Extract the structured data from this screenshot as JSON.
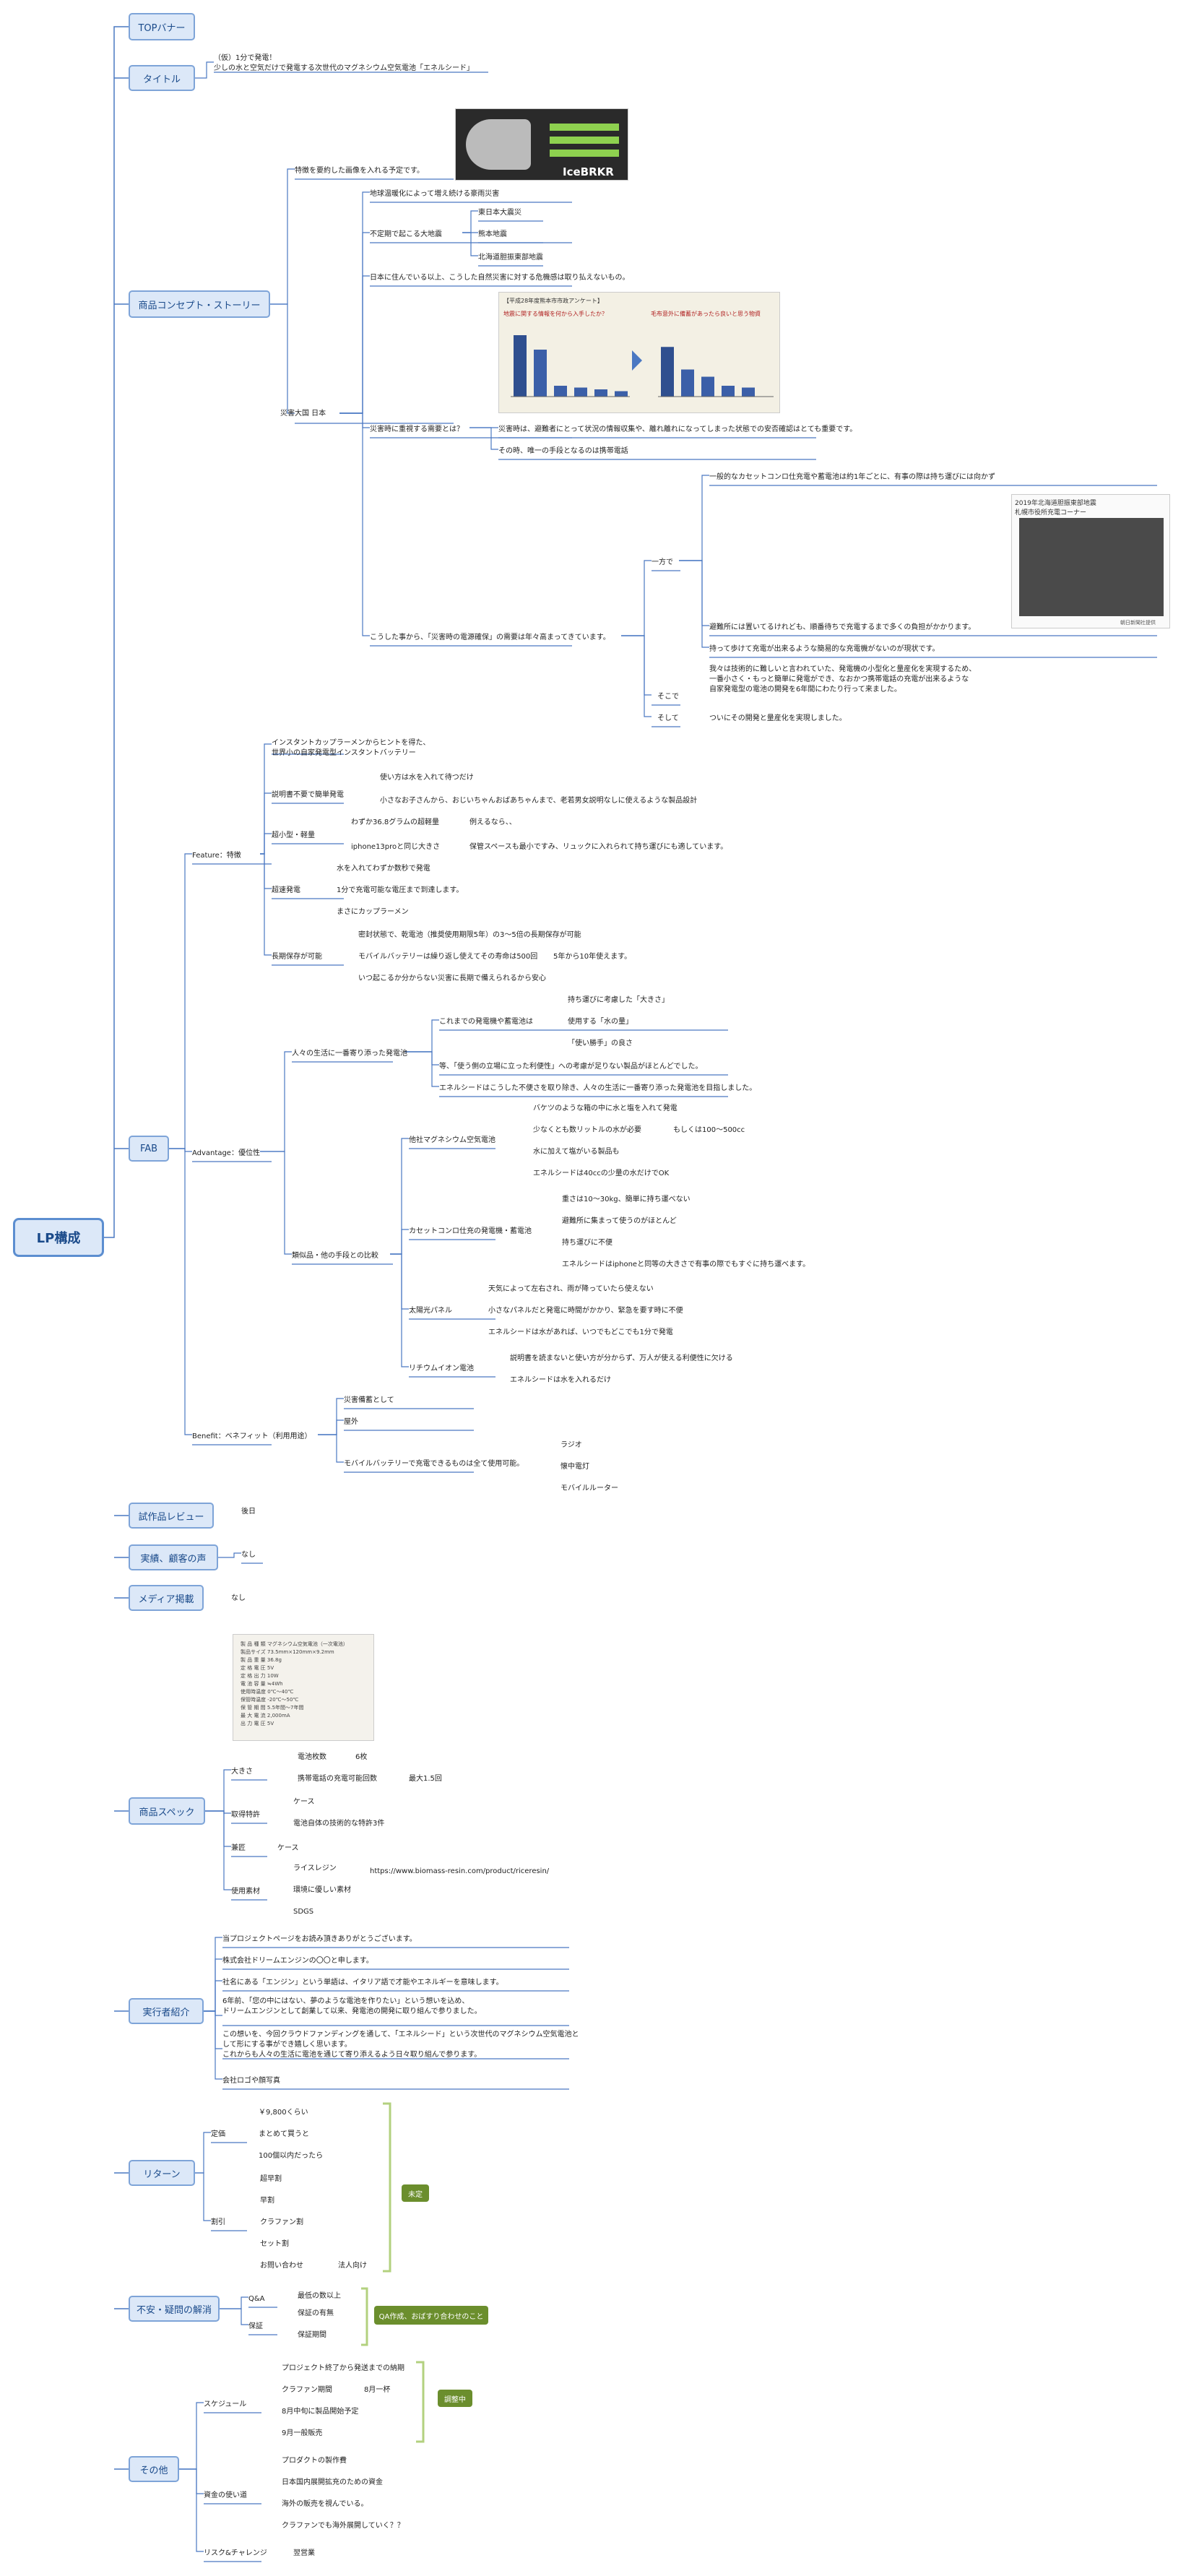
{
  "root": "LP構成",
  "sections": {
    "top_banner": "TOPバナー",
    "title": "タイトル",
    "concept": "商品コンセプト・ストーリー",
    "fab": "FAB",
    "review": "試作品レビュー",
    "results": "実績、顧客の声",
    "media": "メディア掲載",
    "spec": "商品スペック",
    "executor": "実行者紹介",
    "returns": "リターン",
    "anxiety": "不安・疑問の解消",
    "others": "その他"
  },
  "title_text": "（仮）1分で発電！\n少しの水と空気だけで発電する次世代のマグネシウム空気電池「エネルシード」",
  "concept": {
    "feature_img_note": "特徴を要約した画像を入れる予定です。",
    "brand_text": "IceBRKR 2.0",
    "disaster_japan": "災害大国 日本",
    "climate": "地球温暖化によって増え続ける豪雨災害",
    "earthquake": "不定期で起こる大地震",
    "eq_items": [
      "東日本大震災",
      "熊本地震",
      "北海道胆振東部地震"
    ],
    "living": "日本に住んでいる以上、こうした自然災害に対する危機感は取り払えないもの。",
    "survey_title": "【平成28年度熊本市市政アンケート】",
    "survey_q1": "地震に関する情報を何から入手したか？",
    "survey_q2": "毛布意外に備蓄があったら良いと思う物資",
    "survey_bars1": [
      68,
      52,
      12,
      10,
      8,
      6
    ],
    "survey_bars2": [
      55,
      30,
      22,
      12,
      10
    ],
    "disaster_need": "災害時に重視する需要とは？",
    "need_1": "災害時は、避難者にとって状況の情報収集や、離れ離れになってしまった状態での安否確認はとても重要です。",
    "need_2": "その時、唯一の手段となるのは携帯電話",
    "demand": "こうした事から、「災害時の電源確保」の需要は年々高まってきています。",
    "on_the_other": "一方で",
    "battery_life": "一般的なカセットコンロ仕充電や蓄電池は約1年ごとに、有事の際は持ち運びには向かず",
    "photo_caption": "2019年北海道胆振東部地震\n札幌市役所充電コーナー",
    "photo_credit": "朝日新聞社提供",
    "shelters": "避難所には置いてるけれども、順番待ちで充電するまで多くの負担がかかります。",
    "carry": "持って歩けて充電が出来るような簡易的な充電機がないのが現状です。",
    "so": "そこで",
    "so_text": "我々は技術的に難しいと言われていた、発電機の小型化と量産化を実現するため、\n一番小さく・もっと簡単に発電ができ、なおかつ携帯電話の充電が出来るような\n自家発電型の電池の開発を6年間にわたり行って来ました。",
    "and": "そして",
    "finally": "ついにその開発と量産化を実現しました。"
  },
  "fab": {
    "feature": "Feature：特徴",
    "instant": "インスタントカップラーメンからヒントを得た、\n世界小の自家発電型インスタントバッテリー",
    "no_manual": "説明書不要で簡単発電",
    "no_manual_1": "使い方は水を入れて待つだけ",
    "no_manual_2": "小さなお子さんから、おじいちゃんおばあちゃんまで、老若男女説明なしに使えるような製品設計",
    "compact": "超小型・軽量",
    "compact_1": "わずか36.8グラムの超軽量",
    "compact_1b": "例えるなら、、",
    "compact_2": "iphone13proと同じ大きさ",
    "compact_2b": "保管スペースも最小ですみ、リュックに入れられて持ち運びにも適しています。",
    "super_fast": "超速発電",
    "fast_1": "水を入れてわずか数秒で発電",
    "fast_2": "1分で充電可能な電圧まで到達します。",
    "fast_3": "まさにカップラーメン",
    "long_store": "長期保存が可能",
    "store_1": "密封状態で、乾電池（推奨使用期限5年）の3〜5倍の長期保存が可能",
    "store_2": "モバイルバッテリーは繰り返し使えてその寿命は500回",
    "store_2b": "5年から10年使えます。",
    "store_3": "いつ起こるか分からない災害に長期で備えられるから安心",
    "advantage": "Advantage：優位性",
    "closest": "人々の生活に一番寄り添った発電池",
    "closest_1": "これまでの発電機や蓄電池は",
    "closest_1_items": [
      "持ち運びに考慮した「大きさ」",
      "使用する「水の量」",
      "「使い勝手」の良さ"
    ],
    "closest_2": "等、「使う側の立場に立った利便性」への考慮が足りない製品がほとんどでした。",
    "closest_3": "エネルシードはこうした不便さを取り除き、人々の生活に一番寄り添った発電池を目指しました。",
    "compare": "類似品・他の手段との比較",
    "mg": "他社マグネシウム空気電池",
    "mg_1": "バケツのような箱の中に水と塩を入れて発電",
    "mg_2": "少なくとも数リットルの水が必要",
    "mg_2b": "もしくは100〜500cc",
    "mg_3": "水に加えて塩がいる製品も",
    "mg_4": "エネルシードは40ccの少量の水だけでOK",
    "cassette": "カセットコンロ仕充の発電機・蓄電池",
    "cassette_1": "重さは10〜30kg、簡単に持ち運べない",
    "cassette_2": "避難所に集まって使うのがほとんど",
    "cassette_3": "持ち運びに不便",
    "cassette_4": "エネルシードはiphoneと同等の大きさで有事の際でもすぐに持ち運べます。",
    "solar": "太陽光パネル",
    "solar_1": "天気によって左右され、雨が降っていたら使えない",
    "solar_2": "小さなパネルだと発電に時間がかかり、緊急を要す時に不便",
    "solar_3": "エネルシードは水があれば、いつでもどこでも1分で発電",
    "lithium": "リチウムイオン電池",
    "lithium_1": "説明書を読まないと使い方が分からず、万人が使える利便性に欠ける",
    "lithium_2": "エネルシードは水を入れるだけ",
    "benefit": "Benefit：ベネフィット（利用用途）",
    "benefit_1": "災害備蓄として",
    "benefit_2": "屋外",
    "benefit_3": "モバイルバッテリーで充電できるものは全て使用可能。",
    "benefit_3_items": [
      "ラジオ",
      "懐中電灯",
      "モバイルルーター"
    ]
  },
  "review_text": "後日",
  "results_text": "なし",
  "media_text": "なし",
  "spec": {
    "spec_table": [
      [
        "製 品 種 類",
        "マグネシウム空気電池（一次電池）"
      ],
      [
        "製品サイズ",
        "73.5mm×120mm×9.2mm"
      ],
      [
        "製 品 重 量",
        "36.8g"
      ],
      [
        "定 格 電 圧",
        "5V"
      ],
      [
        "定 格 出 力",
        "10W"
      ],
      [
        "電 池 容 量",
        "≒4Wh"
      ],
      [
        "使用時温度",
        "0℃〜40℃"
      ],
      [
        "保管時温度",
        "-20℃〜50℃"
      ],
      [
        "保 管 期 間",
        "5.5年間〜7年間"
      ],
      [
        "最 大 電 流",
        "2,000mA"
      ],
      [
        "出 力 電 圧",
        "5V"
      ]
    ],
    "size": "大きさ",
    "battery_count": "電池枚数",
    "battery_count_v": "6枚",
    "phone_charge": "携帯電話の充電可能回数",
    "phone_charge_v": "最大1.5回",
    "patent": "取得特許",
    "patent_1": "ケース",
    "patent_2": "電池自体の技術的な特許3件",
    "color": "兼匠",
    "color_v": "ケース",
    "material": "使用素材",
    "material_1": "ライスレジン",
    "material_1_url": "https://www.biomass-resin.com/product/riceresin/",
    "material_2": "環境に優しい素材",
    "material_3": "SDGS"
  },
  "executor": {
    "e1": "当プロジェクトページをお読み頂きありがとうございます。",
    "e2": "株式会社ドリームエンジンの〇〇と申します。",
    "e3": "社名にある「エンジン」という単語は、イタリア語で才能やエネルギーを意味します。",
    "e4": "6年前、「您の中にはない、夢のような電池を作りたい」という想いを込め、\nドリームエンジンとして創業して以来、発電池の開発に取り組んで参りました。",
    "e5": "この想いを、今回クラウドファンディングを通して、「エネルシード」という次世代のマグネシウム空気電池と\nして形にする事ができ嬉しく思います。\nこれからも人々の生活に電池を通じて寄り添えるよう日々取り組んで参ります。",
    "e6": "会社ロゴや顔写真"
  },
  "returns": {
    "unit": "定価",
    "unit_1": "￥9,800くらい",
    "unit_2": "まとめて買うと",
    "unit_3": "100個以内だったら",
    "discount": "割引",
    "discount_items": [
      "超早割",
      "早割",
      "クラファン割",
      "セット割",
      "お問い合わせ"
    ],
    "corporate": "法人向け",
    "pending": "未定"
  },
  "anxiety": {
    "qa": "Q&A",
    "qa_1": "最低の数以上",
    "guarantee": "保証",
    "guarantee_1": "保証の有無",
    "guarantee_2": "保証期間",
    "tag": "QA作成、おばすり合わせのこと"
  },
  "others": {
    "schedule": "スケジュール",
    "sch_1": "プロジェクト終了から発送までの納期",
    "sch_2": "クラファン期間",
    "sch_2b": "8月一杯",
    "sch_3": "8月中旬に製品開始予定",
    "sch_4": "9月一般販売",
    "sch_tag": "調整中",
    "funds": "資金の使い道",
    "funds_items": [
      "プロダクトの製作費",
      "日本国内展開拡充のための資金",
      "海外の販売を視んでいる。",
      "クラファンでも海外展開していく？？"
    ],
    "risk": "リスク&チャレンジ",
    "risk_1": "翌営業"
  },
  "colors": {
    "box_fill": "#dce8f8",
    "box_border": "#7ea4d8",
    "line": "#4a78c2",
    "tag_green": "#6b8e2d",
    "bracket": "#b3d17f"
  }
}
